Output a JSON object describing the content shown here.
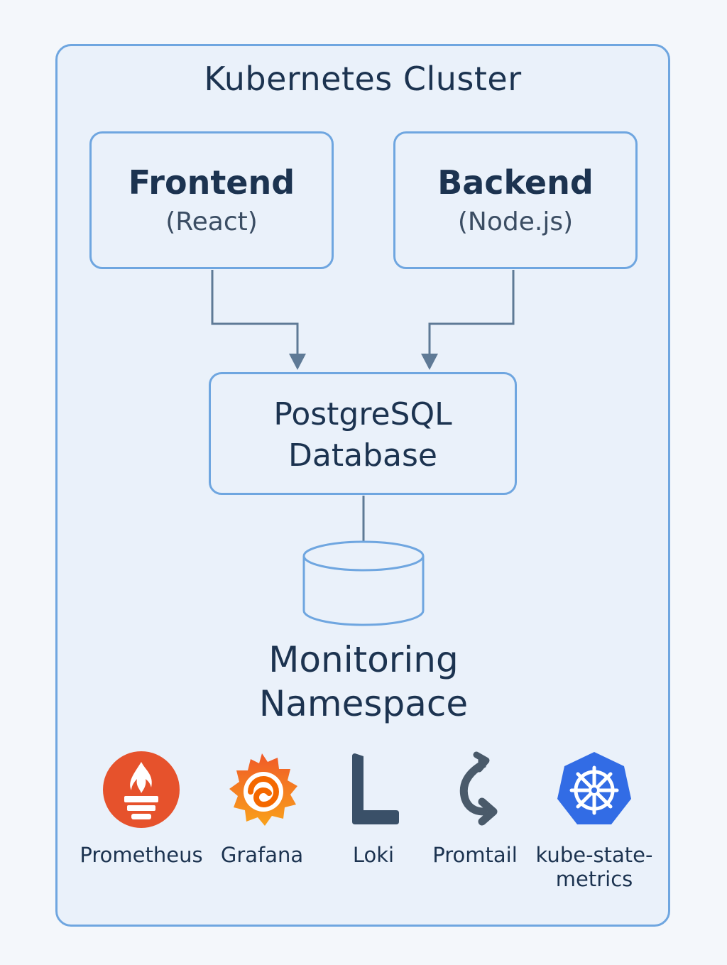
{
  "cluster": {
    "title": "Kubernetes Cluster"
  },
  "frontend": {
    "name": "Frontend",
    "tech": "(React)"
  },
  "backend": {
    "name": "Backend",
    "tech": "(Node.js)"
  },
  "database": {
    "line1": "PostgreSQL",
    "line2": "Database"
  },
  "monitoring": {
    "line1": "Monitoring",
    "line2": "Namespace",
    "tools": [
      {
        "label": "Prometheus",
        "icon": "prometheus-icon",
        "color": "#e6522c"
      },
      {
        "label": "Grafana",
        "icon": "grafana-icon",
        "color": "#f46800"
      },
      {
        "label": "Loki",
        "icon": "loki-icon",
        "color": "#3a5068"
      },
      {
        "label": "Promtail",
        "icon": "promtail-icon",
        "color": "#4a5a6a"
      },
      {
        "label": "kube-state-\nmetrics",
        "icon": "kubernetes-icon",
        "color": "#326ce5"
      }
    ]
  },
  "colors": {
    "border": "#6fa6e0",
    "fill": "#eaf1fa",
    "arrow": "#5f7a96",
    "text": "#1c3350"
  }
}
